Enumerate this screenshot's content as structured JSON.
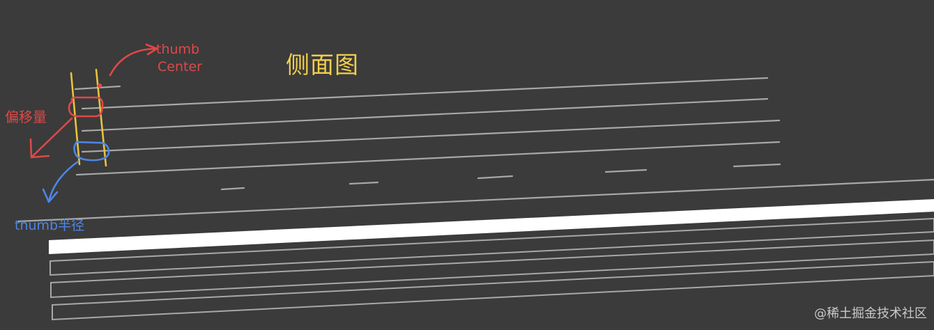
{
  "title": "侧面图",
  "annotations": {
    "thumb_center_line1": "thumb",
    "thumb_center_line2": "Center",
    "offset": "偏移量",
    "thumb_radius": "thumb半径"
  },
  "watermark": "@稀土掘金技术社区",
  "colors": {
    "background": "#3b3b3b",
    "track_lines": "#a8a8a8",
    "guide_lines": "#e8c43c",
    "offset_annotation": "#e04848",
    "radius_annotation": "#4d86e6",
    "title": "#f2cf4a",
    "active_bar": "#ffffff"
  }
}
